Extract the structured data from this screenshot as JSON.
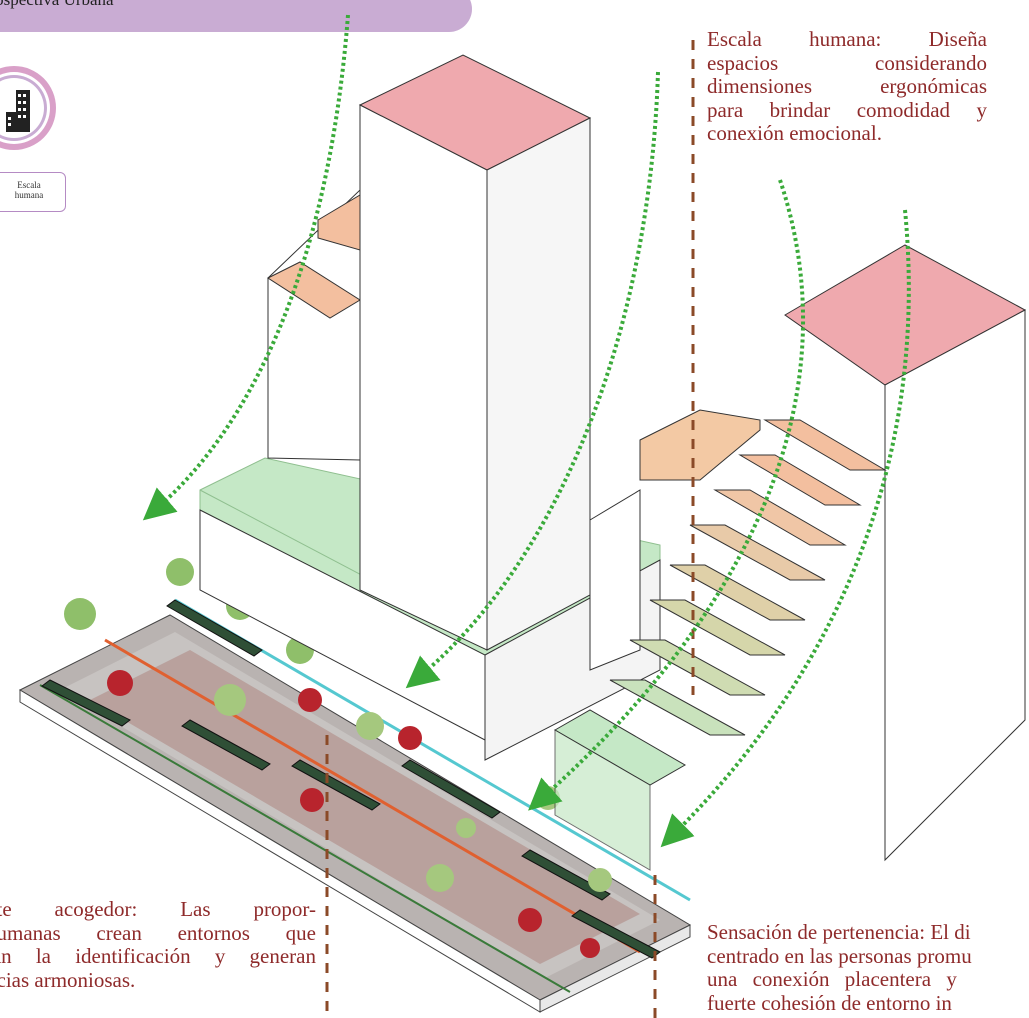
{
  "header": {
    "title": "Prospectiva Urbana"
  },
  "badge": {
    "label_line1": "Escala",
    "label_line2": "humana"
  },
  "notes": {
    "top": {
      "lines": [
        "Escala humana: Diseña",
        "espacios considerando",
        "dimensiones ergonómicas",
        "para brindar comodidad y",
        "conexión emocional."
      ]
    },
    "left": {
      "lines": [
        "nte acogedor: Las propor-",
        " humanas crean entornos que",
        "tan la identificación y generan",
        "ncias armoniosas."
      ]
    },
    "right": {
      "lines": [
        "Sensación de pertenencia: El di",
        "centrado en las personas promu",
        "una conexión placentera y",
        "fuerte cohesión de entorno in"
      ]
    }
  },
  "colors": {
    "banner": "#c9acd3",
    "note_text": "#8e2a2a",
    "roof_red": "#efa9ae",
    "roof_orange": "#f3bf9f",
    "green_band": "#c5e8c6",
    "arrow_green": "#3aaa3a",
    "dashed_brown": "#8b4a28",
    "street_red": "#c98e86",
    "street_grey": "#b8b8b8"
  }
}
